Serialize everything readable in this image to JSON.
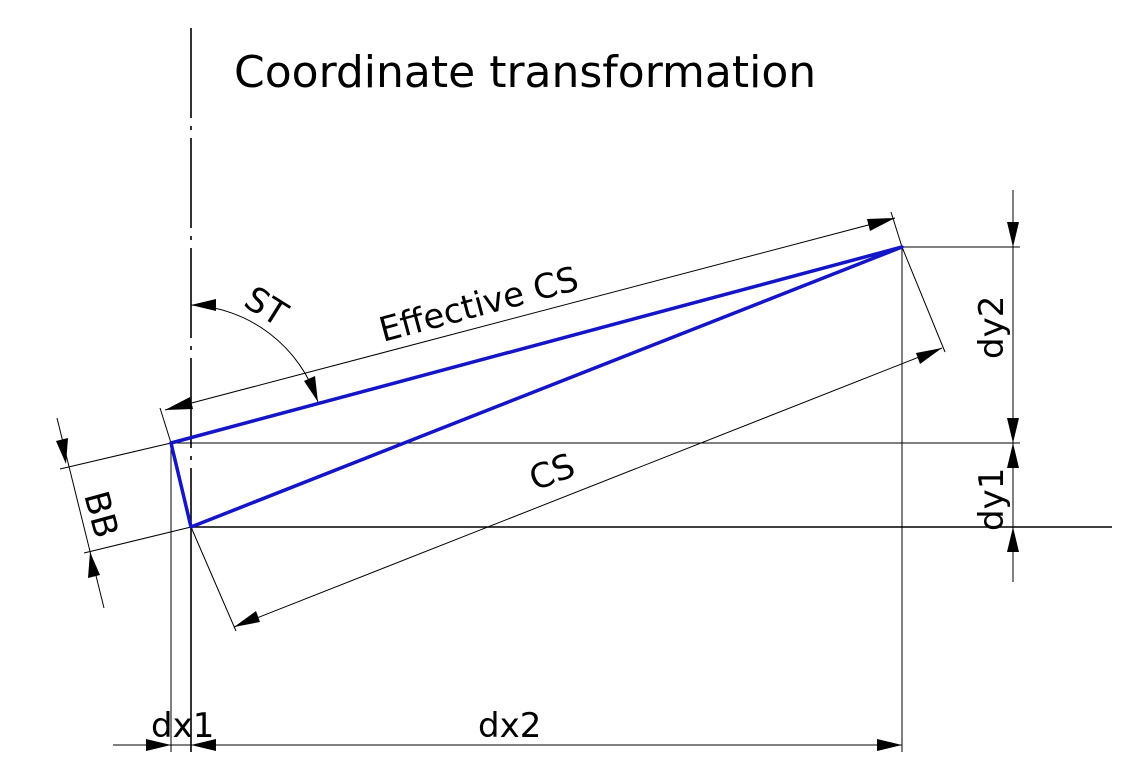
{
  "title": "Coordinate transformation",
  "labels": {
    "effective_cs": "Effective CS",
    "cs": "CS",
    "st": "ST",
    "bb": "BB",
    "dx1": "dx1",
    "dx2": "dx2",
    "dy1": "dy1",
    "dy2": "dy2"
  },
  "colors": {
    "outline": "#1515c8",
    "lines": "#000000",
    "background": "#ffffff"
  }
}
